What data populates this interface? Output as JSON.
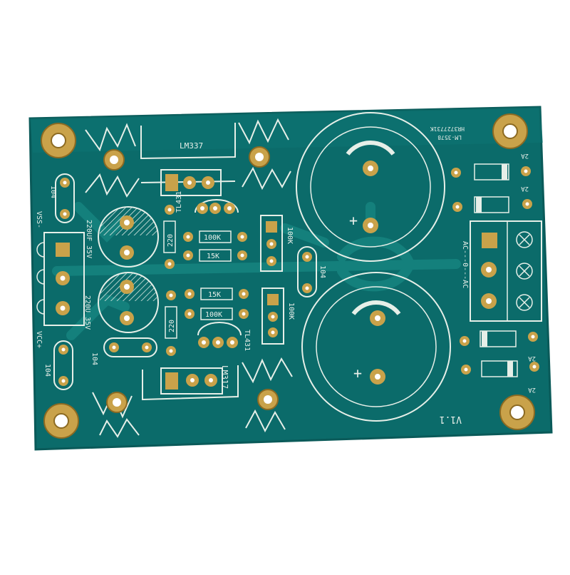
{
  "colors": {
    "board": "#0b6b6a",
    "board_edge": "#0a5a59",
    "trace": "#14807c",
    "silk": "#e6efe8",
    "gold": "#c9a24a",
    "gold_dark": "#8c6a22",
    "background": "#ffffff"
  },
  "labels": {
    "lm337": "LM337",
    "lm317": "LM317",
    "tl431_top": "TL431",
    "tl431_bottom": "TL431",
    "r_100k_1": "100K",
    "r_15k_1": "15K",
    "r_15k_2": "15K",
    "r_100k_2": "100K",
    "r_220_top": "220",
    "r_220_bottom": "220",
    "pot_top": "100K",
    "pot_bottom": "100K",
    "cap_top": "220UF 35V",
    "cap_bottom": "220U 35V",
    "c104_left_top": "104",
    "c104_left_bottom": "104",
    "c104_mid": "104",
    "c104_lower": "104",
    "vss": "VSS-",
    "vcc": "VCC+",
    "ac_label": "AC---0---AC",
    "diode_1": "2A",
    "diode_2": "2A",
    "diode_3": "2A",
    "diode_4": "2A",
    "version": "V1.1",
    "board_id_1": "LM-3578",
    "board_id_2": "HR3727731K",
    "plus_top": "+",
    "plus_bottom": "+"
  }
}
